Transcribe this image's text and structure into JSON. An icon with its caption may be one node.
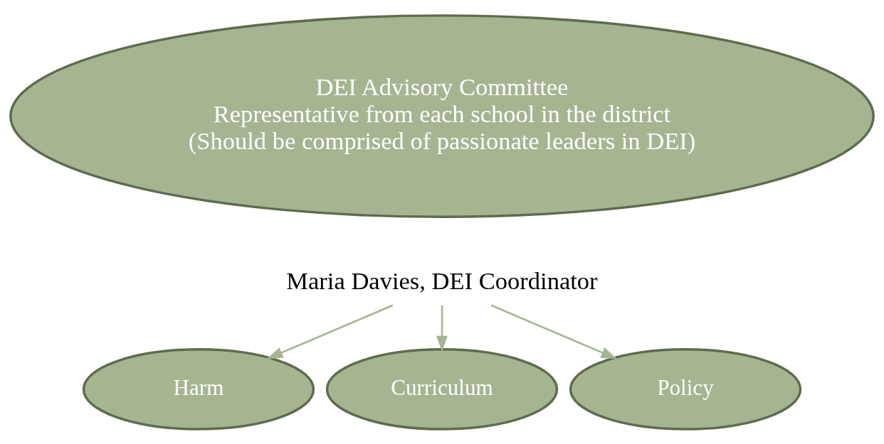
{
  "diagram": {
    "nodes": [
      {
        "text": [
          "DEI Advisory Committee",
          "Representative from each school in the district",
          "(Should be comprised of passionate leaders in DEI)"
        ]
      },
      {
        "text": [
          "Maria Davies, DEI Coordinator"
        ]
      },
      {
        "text": [
          "Harm"
        ]
      },
      {
        "text": [
          "Curriculum"
        ]
      },
      {
        "text": [
          "Policy"
        ]
      }
    ],
    "edges": [
      {
        "from": 1,
        "to": 2,
        "arrow": "to"
      },
      {
        "from": 1,
        "to": 3,
        "arrow": "to"
      },
      {
        "from": 1,
        "to": 4,
        "arrow": "to"
      }
    ]
  }
}
